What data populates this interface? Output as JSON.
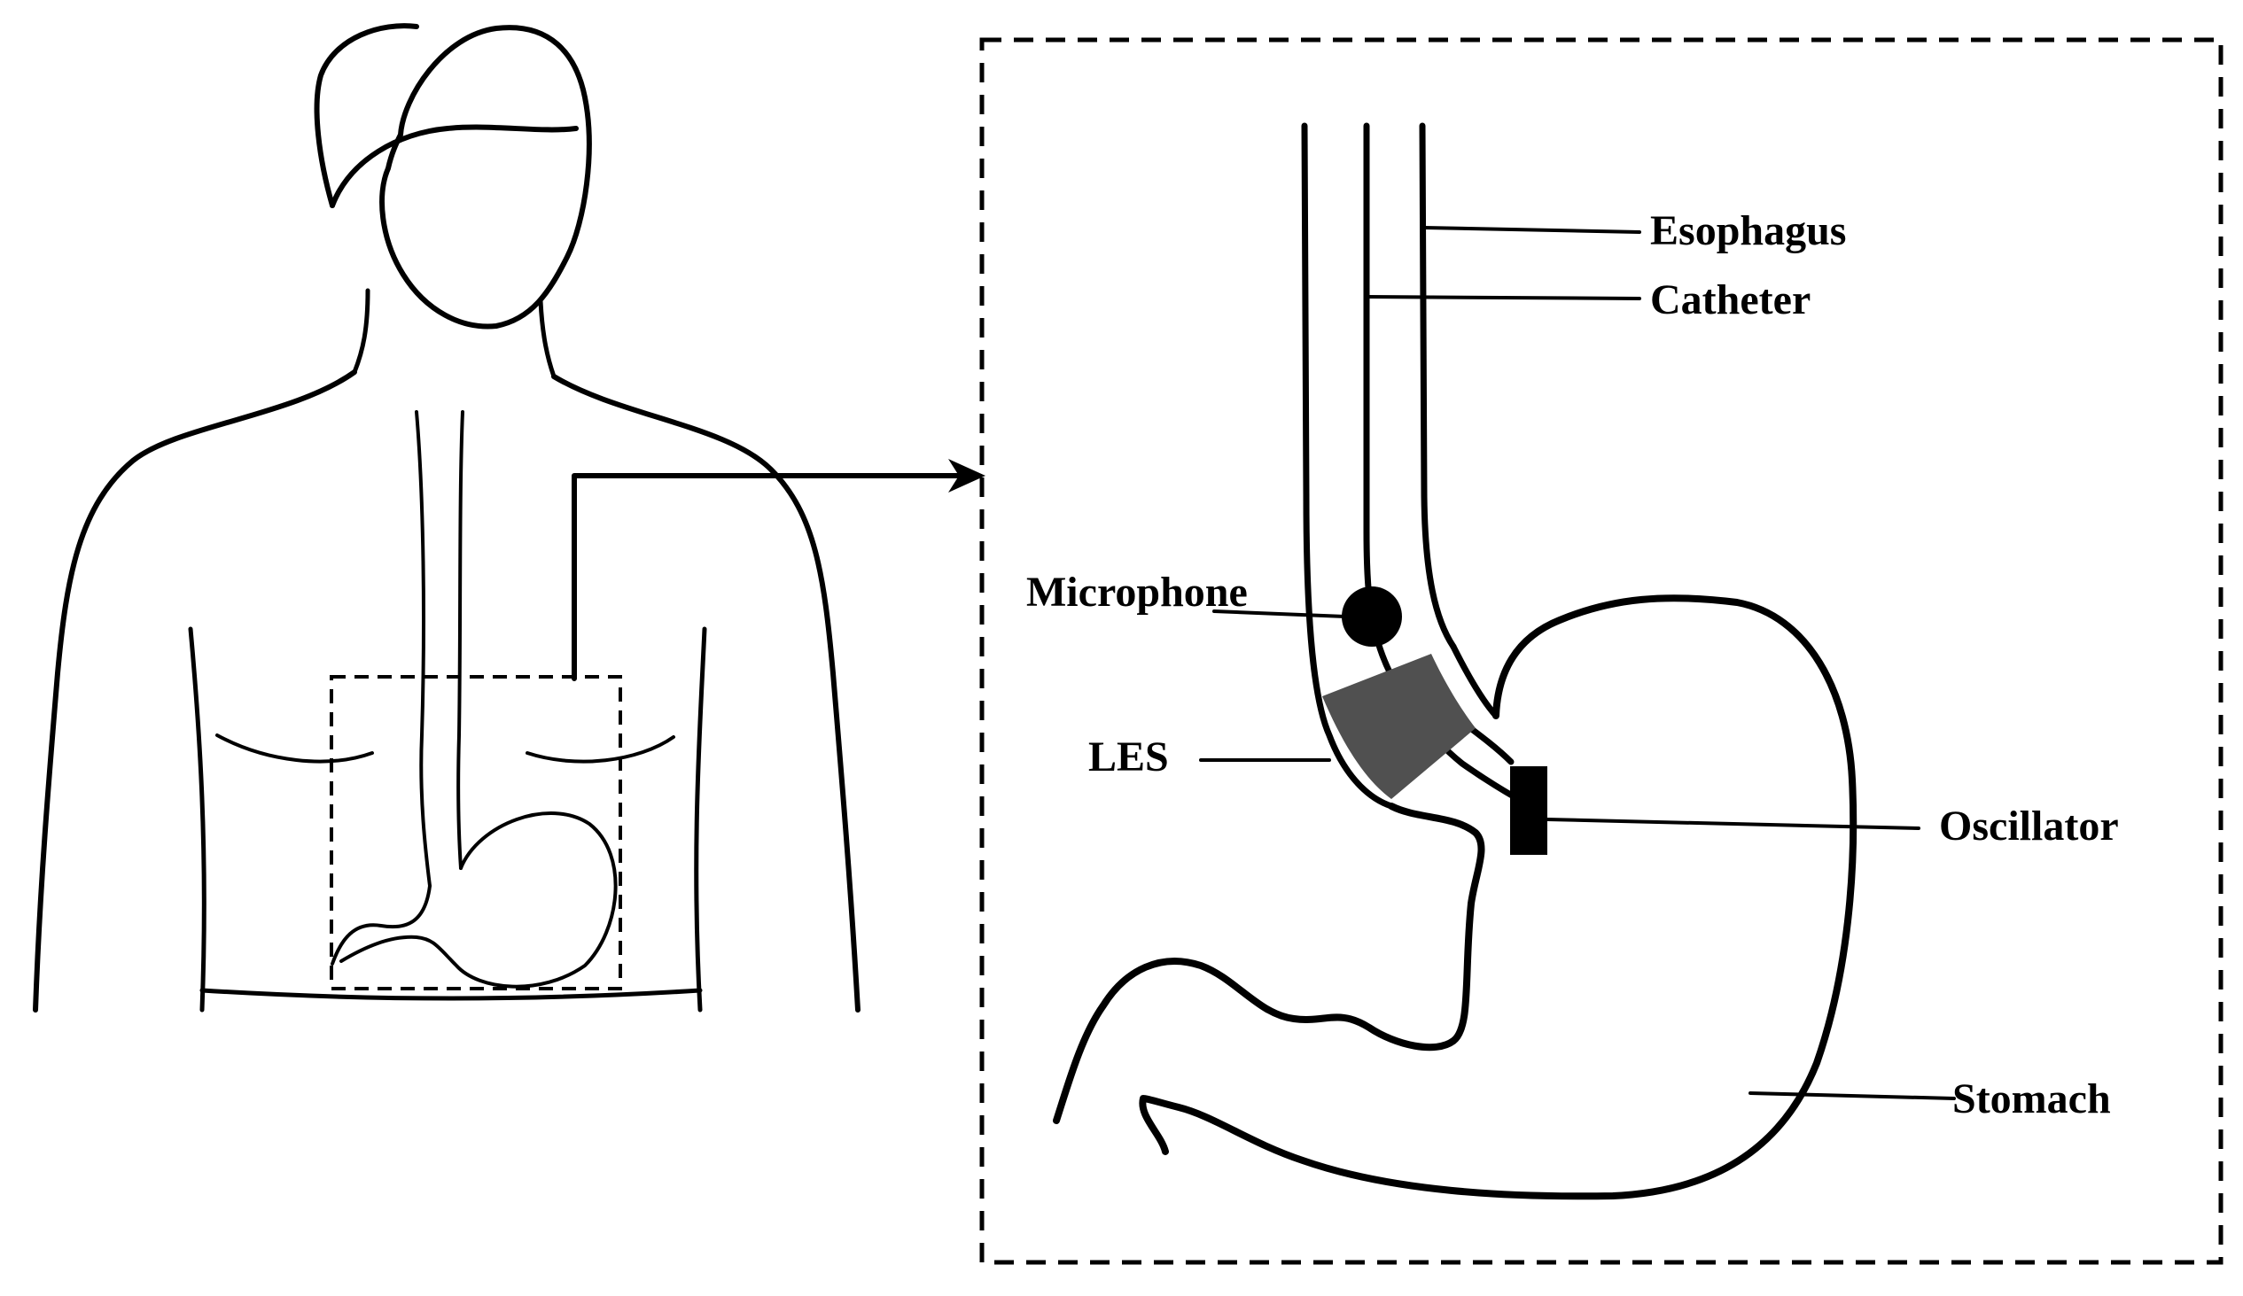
{
  "labels": {
    "esophagus": "Esophagus",
    "catheter": "Catheter",
    "microphone": "Microphone",
    "les": "LES",
    "oscillator": "Oscillator",
    "stomach": "Stomach"
  },
  "colors": {
    "ink": "#000000",
    "les_band": "#505050",
    "background": "#ffffff"
  }
}
